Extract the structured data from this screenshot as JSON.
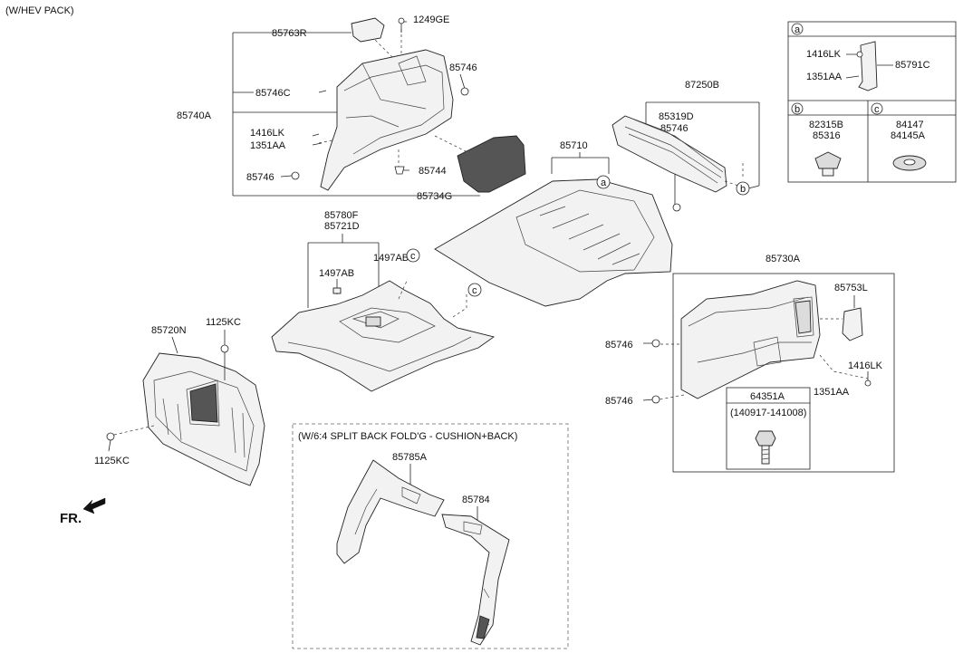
{
  "header": {
    "variant": "(W/HEV PACK)"
  },
  "labels": {
    "p85763R": "85763R",
    "p1249GE": "1249GE",
    "p85746_a": "85746",
    "p85746C": "85746C",
    "p85740A": "85740A",
    "p1416LK_a": "1416LK",
    "p1351AA_a": "1351AA",
    "p85746_b": "85746",
    "p85744": "85744",
    "p85734G": "85734G",
    "p85710": "85710",
    "p87250B": "87250B",
    "p85319D": "85319D",
    "p85746_c": "85746",
    "p85780F": "85780F",
    "p85721D": "85721D",
    "p1497AB_a": "1497AB",
    "p1497AB_b": "1497AB",
    "p85720N": "85720N",
    "p1125KC_a": "1125KC",
    "p1125KC_b": "1125KC",
    "p85730A": "85730A",
    "p85753L": "85753L",
    "p85746_d": "85746",
    "p85746_e": "85746",
    "p1416LK_b": "1416LK",
    "p1351AA_b": "1351AA",
    "p64351A": "64351A",
    "date_range": "(140917-141008)",
    "split_title": "(W/6:4 SPLIT BACK FOLD'G - CUSHION+BACK)",
    "p85785A": "85785A",
    "p85784": "85784",
    "fr": "FR."
  },
  "legend": {
    "a": {
      "letter": "a",
      "l1": "1416LK",
      "l2": "1351AA",
      "l3": "85791C"
    },
    "b": {
      "letter": "b",
      "l1": "82315B",
      "l2": "85316"
    },
    "c": {
      "letter": "c",
      "l1": "84147",
      "l2": "84145A"
    }
  },
  "callouts": {
    "a": "a",
    "b": "b",
    "c": "c"
  }
}
